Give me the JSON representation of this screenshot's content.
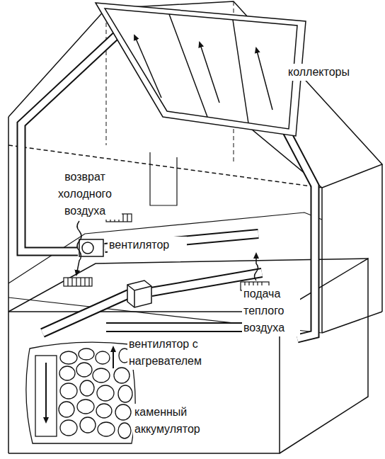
{
  "diagram": {
    "labels": [
      "коллекторы",
      "возврат холодного воздуха",
      "вентилятор",
      "подача теплого воздуха",
      "вентилятор с нагревателем",
      "каменный аккумулятор"
    ]
  }
}
